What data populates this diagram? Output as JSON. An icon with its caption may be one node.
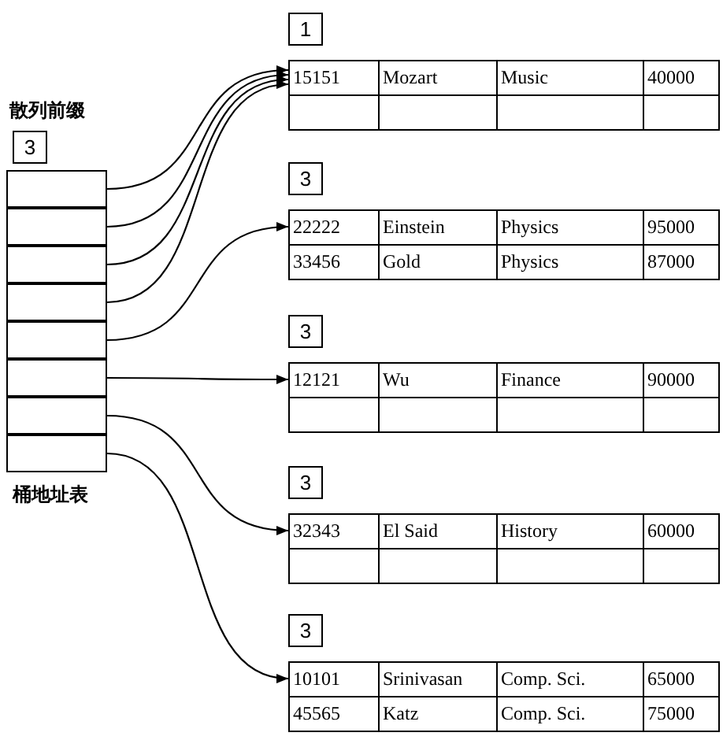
{
  "diagram": {
    "nodes": [
      {
        "text": [
          "散列前缀",
          "3"
        ]
      },
      {
        "text": [
          "桶地址表"
        ]
      },
      {
        "text": [],
        "shape": "box",
        "in": 1
      },
      {
        "text": [],
        "shape": "box",
        "in": 1
      },
      {
        "text": [],
        "shape": "box",
        "in": 1
      },
      {
        "text": [],
        "shape": "box",
        "in": 1
      },
      {
        "text": [],
        "shape": "box",
        "in": 1
      },
      {
        "text": [],
        "shape": "box",
        "in": 1
      },
      {
        "text": [],
        "shape": "box",
        "in": 1
      },
      {
        "text": [],
        "shape": "box",
        "in": 1
      },
      {
        "text": [
          "1",
          "15151",
          "Mozart",
          "Music",
          "40000"
        ]
      },
      {
        "text": [
          "3",
          "22222",
          "Einstein",
          "Physics",
          "95000",
          "33456",
          "Gold",
          "Physics",
          "87000"
        ]
      },
      {
        "text": [
          "3",
          "12121",
          "Wu",
          "Finance",
          "90000"
        ]
      },
      {
        "text": [
          "3",
          "32343",
          "El Said",
          "History",
          "60000"
        ]
      },
      {
        "text": [
          "3",
          "10101",
          "Srinivasan",
          "Comp. Sci.",
          "65000",
          "45565",
          "Katz",
          "Comp. Sci.",
          "75000"
        ]
      }
    ],
    "edges": [
      {
        "from": 2,
        "to": 10,
        "arrow": "to"
      },
      {
        "from": 3,
        "to": 10,
        "arrow": "to"
      },
      {
        "from": 4,
        "to": 10,
        "arrow": "to"
      },
      {
        "from": 5,
        "to": 10,
        "arrow": "to"
      },
      {
        "from": 6,
        "to": 11,
        "arrow": "to"
      },
      {
        "from": 7,
        "to": 12,
        "arrow": "to"
      },
      {
        "from": 8,
        "to": 13,
        "arrow": "to"
      },
      {
        "from": 9,
        "to": 14,
        "arrow": "to"
      }
    ]
  }
}
